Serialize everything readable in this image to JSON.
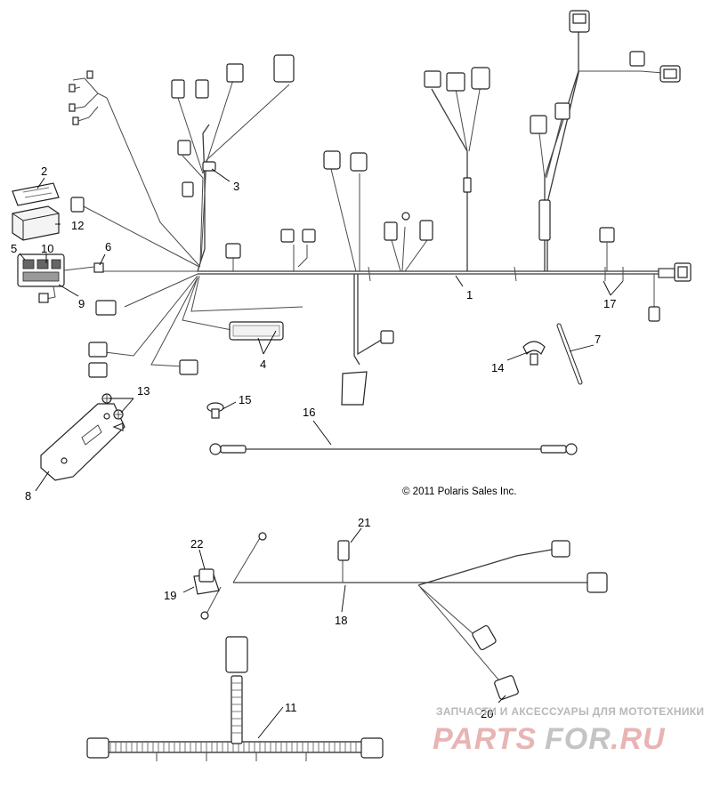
{
  "copyright": "© 2011 Polaris Sales Inc.",
  "callouts": {
    "c1": "1",
    "c2": "2",
    "c3": "3",
    "c4": "4",
    "c5": "5",
    "c6": "6",
    "c7": "7",
    "c8": "8",
    "c9": "9",
    "c10": "10",
    "c11": "11",
    "c12": "12",
    "c13": "13",
    "c14": "14",
    "c15": "15",
    "c16": "16",
    "c17": "17",
    "c18": "18",
    "c19": "19",
    "c20": "20",
    "c21": "21",
    "c22": "22"
  },
  "watermark": {
    "tagline": "ЗАПЧАСТИ И АКСЕССУАРЫ ДЛЯ МОТОТЕХНИКИ",
    "brand_a": "PARTS",
    "brand_b": "FOR",
    "brand_c": ".RU"
  },
  "colors": {
    "line": "#3a3a3a",
    "watermark_red": "#e8b4b4",
    "watermark_grey": "#c4c4c4"
  }
}
